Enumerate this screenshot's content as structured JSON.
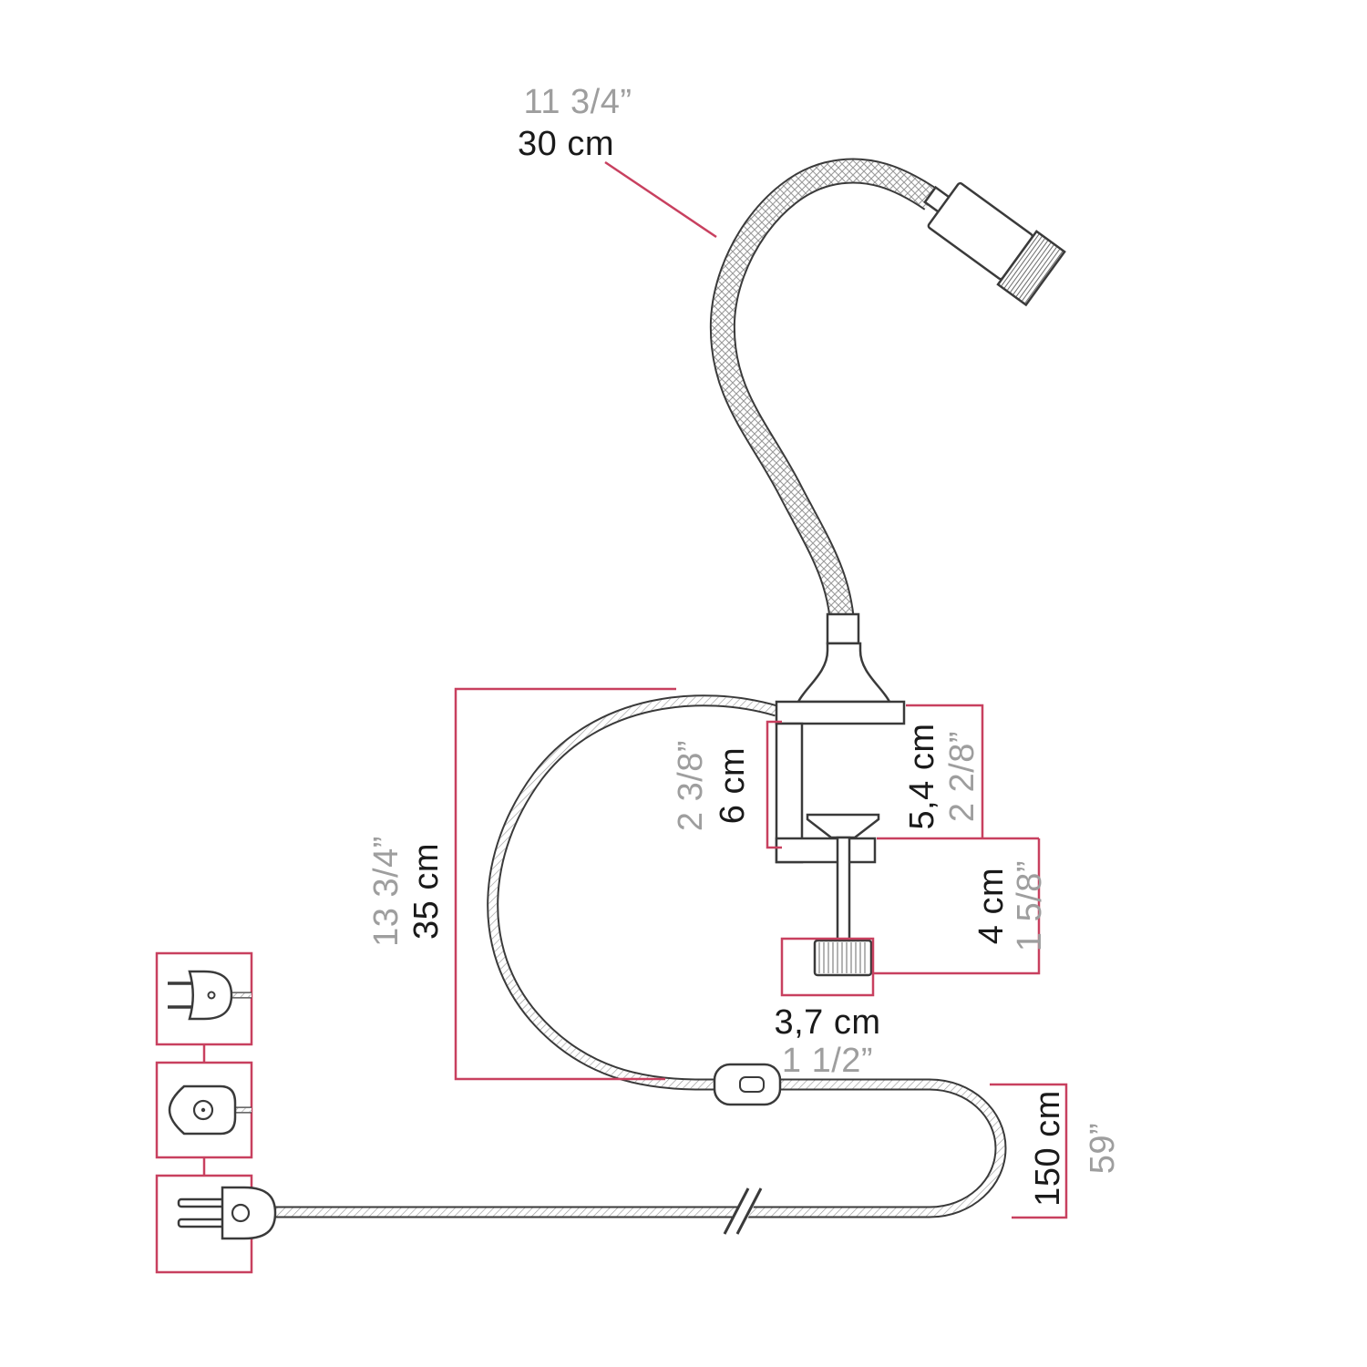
{
  "colors": {
    "dimension_accent": "#c8405f",
    "drawing_ink": "#3a3a3a",
    "metric_text": "#1a1a1a",
    "imperial_text": "#9e9e9e",
    "background": "#ffffff"
  },
  "dimensions": {
    "flex_arm": {
      "metric": "30 cm",
      "imperial": "11 3/4”"
    },
    "cable_drop": {
      "metric": "35 cm",
      "imperial": "13 3/4”"
    },
    "clamp_opening": {
      "metric": "6 cm",
      "imperial": "2 3/8”"
    },
    "clamp_height": {
      "metric": "5,4 cm",
      "imperial": "2 2/8”"
    },
    "screw_length": {
      "metric": "4 cm",
      "imperial": "1 5/8”"
    },
    "knob_width": {
      "metric": "3,7 cm",
      "imperial": "1 1/2”"
    },
    "cord_length": {
      "metric": "150 cm",
      "imperial": "59”"
    }
  },
  "plug_icons": {
    "top": "euro-plug-icon",
    "middle": "uk-plug-icon",
    "bottom": "us-plug-icon"
  }
}
